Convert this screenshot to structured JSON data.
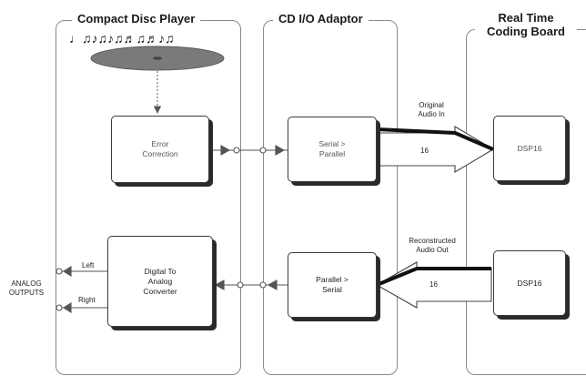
{
  "panels": {
    "cd_player": {
      "title": "Compact Disc Player"
    },
    "io_adaptor": {
      "title": "CD I/O Adaptor"
    },
    "coding_board": {
      "title_line1": "Real Time",
      "title_line2": "Coding Board"
    }
  },
  "music_notes": "♩♫♪♫♪♫♬♫♬♪♫",
  "blocks": {
    "error_correction": {
      "line1": "Error",
      "line2": "Correction"
    },
    "dac": {
      "line1": "Digital To",
      "line2": "Analog",
      "line3": "Converter"
    },
    "serial_to_parallel": {
      "line1": "Serial >",
      "line2": "Parallel"
    },
    "parallel_to_serial": {
      "line1": "Parallel >",
      "line2": "Serial"
    },
    "dsp_top": {
      "label": "DSP16"
    },
    "dsp_bottom": {
      "label": "DSP16"
    }
  },
  "signals": {
    "original_audio": {
      "line1": "Original",
      "line2": "Audio In",
      "width": "16"
    },
    "reconstructed_audio": {
      "line1": "Reconstructed",
      "line2": "Audio Out",
      "width": "16"
    }
  },
  "outputs": {
    "heading_line1": "ANALOG",
    "heading_line2": "OUTPUTS",
    "left": "Left",
    "right": "Right"
  }
}
